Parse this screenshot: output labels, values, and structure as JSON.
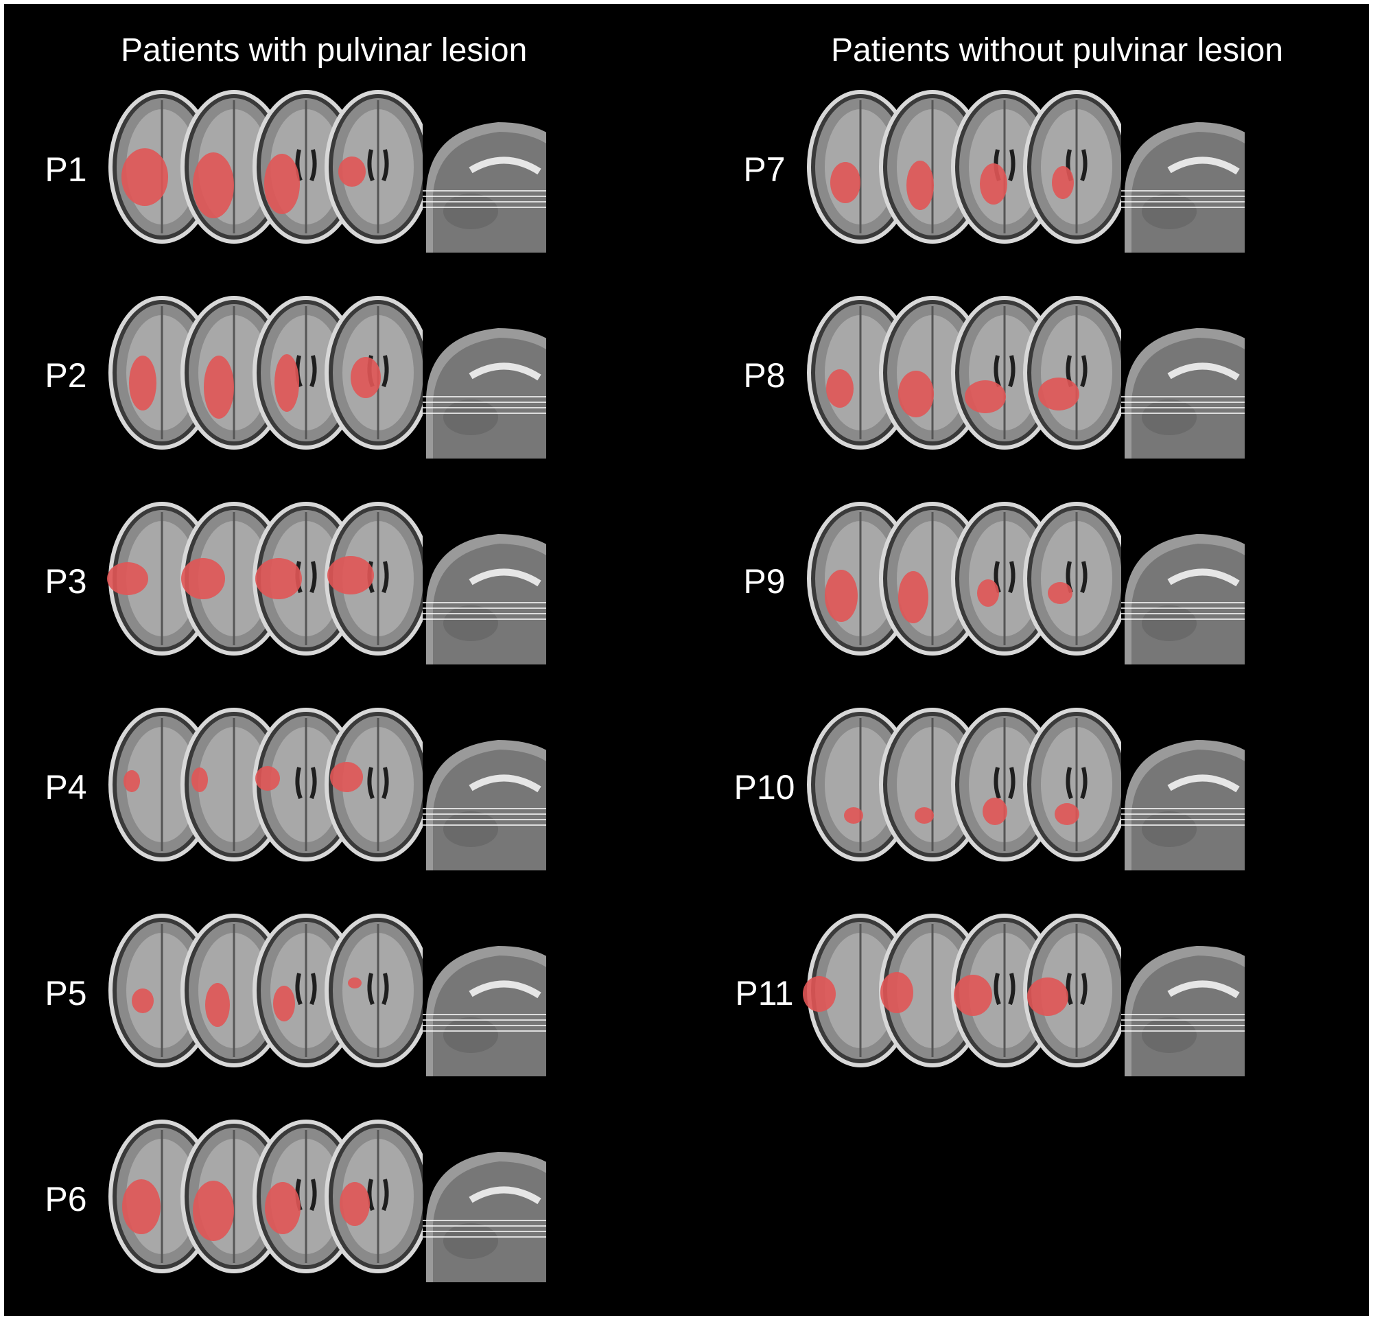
{
  "figure": {
    "columns": [
      {
        "title": "Patients with pulvinar lesion",
        "patients": [
          {
            "label": "P1",
            "lesion_color": "#e05555"
          },
          {
            "label": "P2",
            "lesion_color": "#e05555"
          },
          {
            "label": "P3",
            "lesion_color": "#e05555"
          },
          {
            "label": "P4",
            "lesion_color": "#e05555"
          },
          {
            "label": "P5",
            "lesion_color": "#e05555"
          },
          {
            "label": "P6",
            "lesion_color": "#e05555"
          }
        ]
      },
      {
        "title": "Patients without pulvinar lesion",
        "patients": [
          {
            "label": "P7",
            "lesion_color": "#e05555"
          },
          {
            "label": "P8",
            "lesion_color": "#e05555"
          },
          {
            "label": "P9",
            "lesion_color": "#e05555"
          },
          {
            "label": "P10",
            "lesion_color": "#e05555"
          },
          {
            "label": "P11",
            "lesion_color": "#e05555"
          }
        ]
      }
    ],
    "background_color": "#000000",
    "text_color": "#ffffff"
  }
}
